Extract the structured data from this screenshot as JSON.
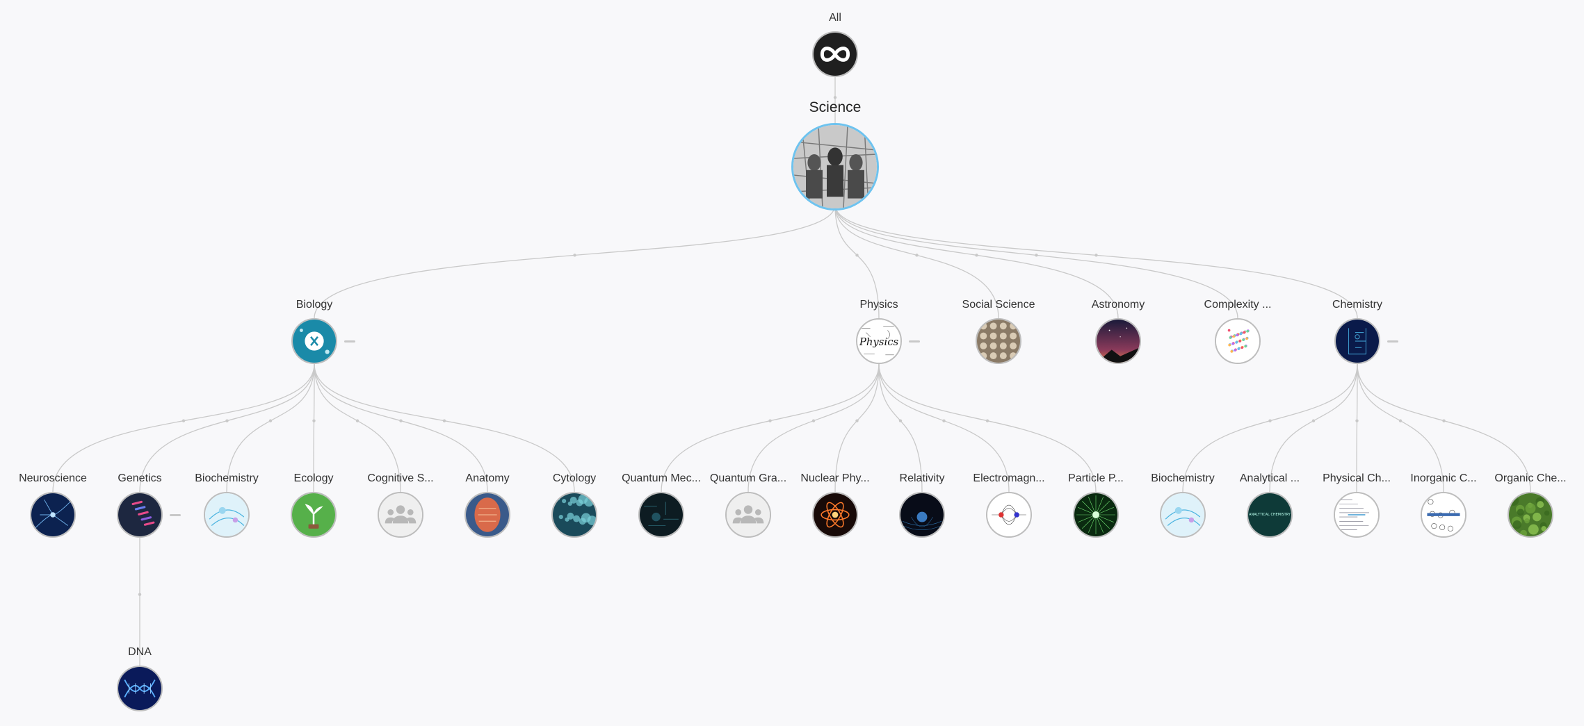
{
  "tree": {
    "root": {
      "label": "All",
      "icon": "infinity-icon"
    },
    "science": {
      "label": "Science",
      "icon": "science-engraving-icon"
    },
    "level1": [
      {
        "id": "biology",
        "label": "Biology",
        "icon": "biology-icon",
        "collapsible": true
      },
      {
        "id": "physics",
        "label": "Physics",
        "icon": "physics-icon",
        "collapsible": true
      },
      {
        "id": "social-science",
        "label": "Social Science",
        "icon": "social-science-icon"
      },
      {
        "id": "astronomy",
        "label": "Astronomy",
        "icon": "astronomy-icon"
      },
      {
        "id": "complexity",
        "label": "Complexity ...",
        "icon": "complexity-icon"
      },
      {
        "id": "chemistry",
        "label": "Chemistry",
        "icon": "chemistry-icon",
        "collapsible": true
      }
    ],
    "level2": [
      {
        "parent": "biology",
        "label": "Neuroscience",
        "icon": "neuroscience-icon"
      },
      {
        "parent": "biology",
        "label": "Genetics",
        "icon": "genetics-icon",
        "collapsible": true
      },
      {
        "parent": "biology",
        "label": "Biochemistry",
        "icon": "biochemistry-icon"
      },
      {
        "parent": "biology",
        "label": "Ecology",
        "icon": "ecology-icon"
      },
      {
        "parent": "biology",
        "label": "Cognitive S...",
        "icon": "people-icon"
      },
      {
        "parent": "biology",
        "label": "Anatomy",
        "icon": "anatomy-icon"
      },
      {
        "parent": "biology",
        "label": "Cytology",
        "icon": "cytology-icon"
      },
      {
        "parent": "physics",
        "label": "Quantum Mec...",
        "icon": "quantum-mechanics-icon"
      },
      {
        "parent": "physics",
        "label": "Quantum Gra...",
        "icon": "people-icon"
      },
      {
        "parent": "physics",
        "label": "Nuclear Phy...",
        "icon": "nuclear-physics-icon"
      },
      {
        "parent": "physics",
        "label": "Relativity",
        "icon": "relativity-icon"
      },
      {
        "parent": "physics",
        "label": "Electromagn...",
        "icon": "electromagnetism-icon"
      },
      {
        "parent": "physics",
        "label": "Particle P...",
        "icon": "particle-physics-icon"
      },
      {
        "parent": "chemistry",
        "label": "Biochemistry",
        "icon": "biochemistry-icon"
      },
      {
        "parent": "chemistry",
        "label": "Analytical ...",
        "icon": "analytical-chemistry-icon"
      },
      {
        "parent": "chemistry",
        "label": "Physical Ch...",
        "icon": "physical-chemistry-icon"
      },
      {
        "parent": "chemistry",
        "label": "Inorganic C...",
        "icon": "inorganic-chemistry-icon"
      },
      {
        "parent": "chemistry",
        "label": "Organic Che...",
        "icon": "organic-chemistry-icon"
      }
    ],
    "level3": [
      {
        "parent": "genetics",
        "label": "DNA",
        "icon": "dna-icon"
      }
    ]
  }
}
